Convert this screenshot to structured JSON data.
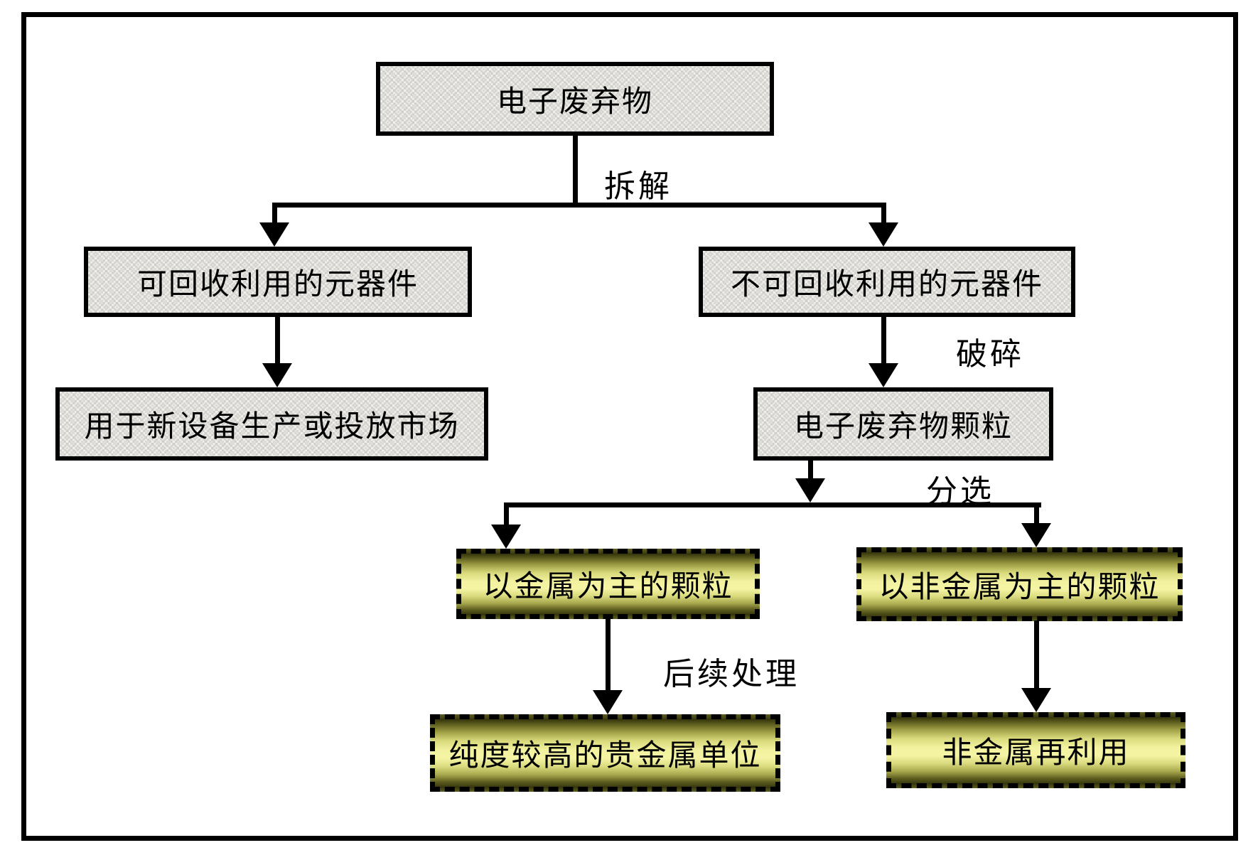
{
  "diagram": {
    "type": "flowchart",
    "language": "zh-CN",
    "topic": "电子废弃物回收处理流程",
    "nodes": {
      "root": {
        "label": "电子废弃物",
        "style": "gray"
      },
      "recyclable": {
        "label": "可回收利用的元器件",
        "style": "gray"
      },
      "non_recyclable": {
        "label": "不可回收利用的元器件",
        "style": "gray"
      },
      "reuse_market": {
        "label": "用于新设备生产或投放市场",
        "style": "gray"
      },
      "ewaste_particles": {
        "label": "电子废弃物颗粒",
        "style": "gray"
      },
      "metal_particles": {
        "label": "以金属为主的颗粒",
        "style": "gold"
      },
      "nonmetal_particles": {
        "label": "以非金属为主的颗粒",
        "style": "gold"
      },
      "precious_metal": {
        "label": "纯度较高的贵金属单位",
        "style": "gold"
      },
      "nonmetal_reuse": {
        "label": "非金属再利用",
        "style": "gold"
      }
    },
    "edge_labels": {
      "disassemble": "拆解",
      "crush": "破碎",
      "sort": "分选",
      "followup": "后续处理"
    },
    "edges": [
      {
        "from": "root",
        "to": "recyclable",
        "label": "拆解"
      },
      {
        "from": "root",
        "to": "non_recyclable",
        "label": "拆解"
      },
      {
        "from": "recyclable",
        "to": "reuse_market",
        "label": ""
      },
      {
        "from": "non_recyclable",
        "to": "ewaste_particles",
        "label": "破碎"
      },
      {
        "from": "ewaste_particles",
        "to": "metal_particles",
        "label": "分选"
      },
      {
        "from": "ewaste_particles",
        "to": "nonmetal_particles",
        "label": "分选"
      },
      {
        "from": "metal_particles",
        "to": "precious_metal",
        "label": "后续处理"
      },
      {
        "from": "nonmetal_particles",
        "to": "nonmetal_reuse",
        "label": ""
      }
    ],
    "colors": {
      "background": "#ffffff",
      "frame_border": "#000000",
      "gray_box_fill": "#f0efec",
      "gray_box_border": "#000000",
      "gold_box_light": "#f4f4a4",
      "gold_box_dark": "#33330c",
      "gold_box_border_style": "dashed",
      "line": "#000000",
      "text": "#000000"
    }
  }
}
